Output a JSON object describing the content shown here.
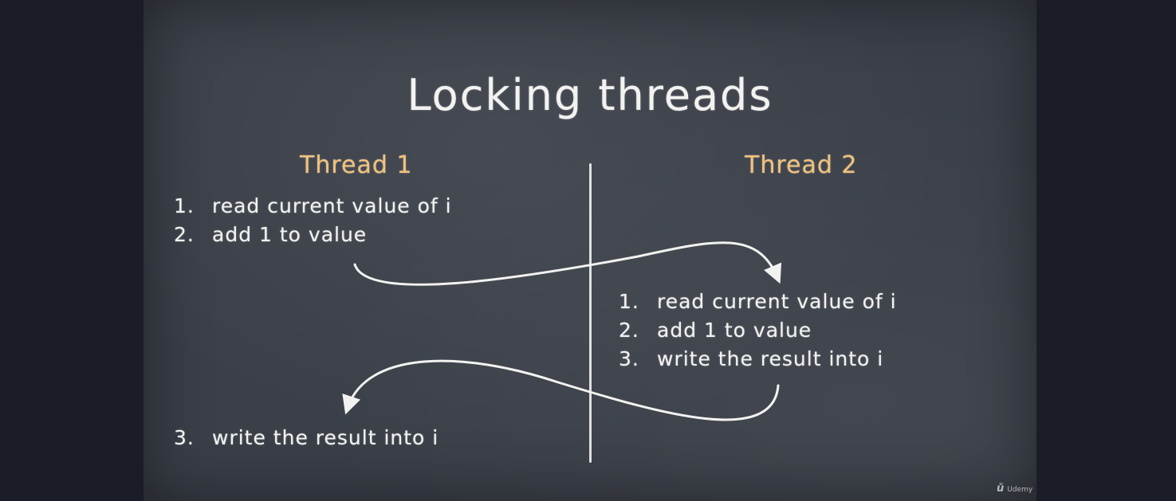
{
  "slide": {
    "title": "Locking threads",
    "thread1": {
      "heading": "Thread 1",
      "steps": [
        {
          "num": "1.",
          "text": "read current value of i"
        },
        {
          "num": "2.",
          "text": "add 1 to value"
        },
        {
          "num": "3.",
          "text": "write the result into i"
        }
      ]
    },
    "thread2": {
      "heading": "Thread 2",
      "steps": [
        {
          "num": "1.",
          "text": "read current value of i"
        },
        {
          "num": "2.",
          "text": "add 1 to value"
        },
        {
          "num": "3.",
          "text": "write the result into i"
        }
      ]
    }
  },
  "colors": {
    "board": "#3a3f48",
    "chalk": "#f2f2f0",
    "heading_accent": "#f3c27a",
    "letterbox": "#1a1c28"
  },
  "watermark": {
    "brand": "Udemy"
  }
}
